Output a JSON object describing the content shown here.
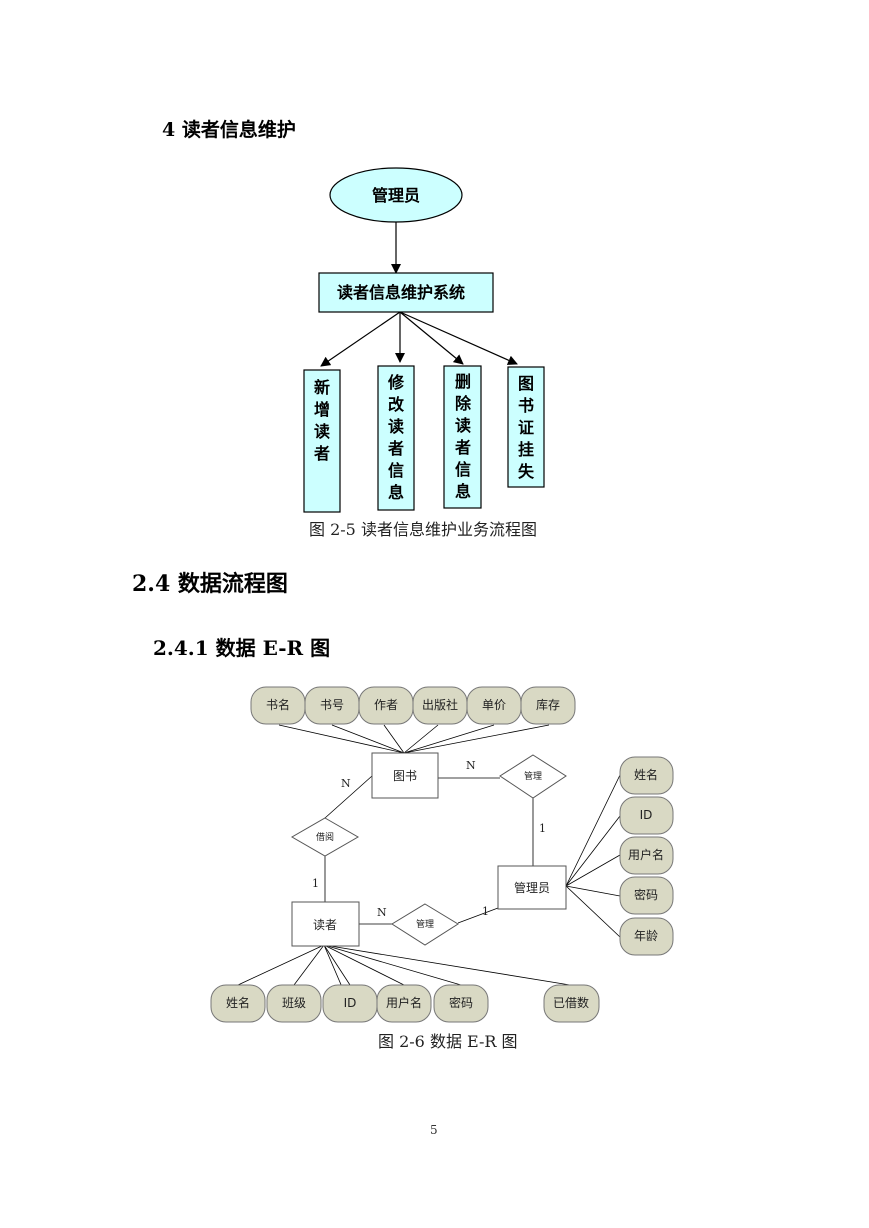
{
  "headings": {
    "section4": "4 读者信息维护",
    "section_2_4": "2.4  数据流程图",
    "section_2_4_1": "2.4.1 数据 E-R 图"
  },
  "flowchart": {
    "root": "管理员",
    "system": "读者信息维护系统",
    "children": [
      {
        "chars": [
          "新",
          "增",
          "读",
          "者"
        ]
      },
      {
        "chars": [
          "修",
          "改",
          "读",
          "者",
          "信",
          "息"
        ]
      },
      {
        "chars": [
          "删",
          "除",
          "读",
          "者",
          "信",
          "息"
        ]
      },
      {
        "chars": [
          "图",
          "书",
          "证",
          "挂",
          "失"
        ]
      }
    ],
    "caption": "图 2-5  读者信息维护业务流程图",
    "colors": {
      "oval": "#ccffff",
      "box": "#ccffff"
    }
  },
  "er": {
    "entities": {
      "book": "图书",
      "admin": "管理员",
      "reader": "读者"
    },
    "book_attrs": [
      "书名",
      "书号",
      "作者",
      "出版社",
      "单价",
      "库存"
    ],
    "admin_attrs": [
      "姓名",
      "ID",
      "用户名",
      "密码",
      "年龄"
    ],
    "reader_attrs": [
      "姓名",
      "班级",
      "ID",
      "用户名",
      "密码",
      "已借数"
    ],
    "relations": {
      "borrow": "借阅",
      "manage_book": "管理",
      "manage_reader": "管理"
    },
    "cardinality": {
      "book_borrow": "N",
      "reader_borrow": "1",
      "book_manage": "N",
      "admin_manage_book": "1",
      "reader_manage": "N",
      "admin_manage_reader": "1"
    },
    "caption": "图 2-6  数据 E-R 图",
    "colors": {
      "attr_fill": "#d9d9c4"
    }
  },
  "page_number": "5"
}
